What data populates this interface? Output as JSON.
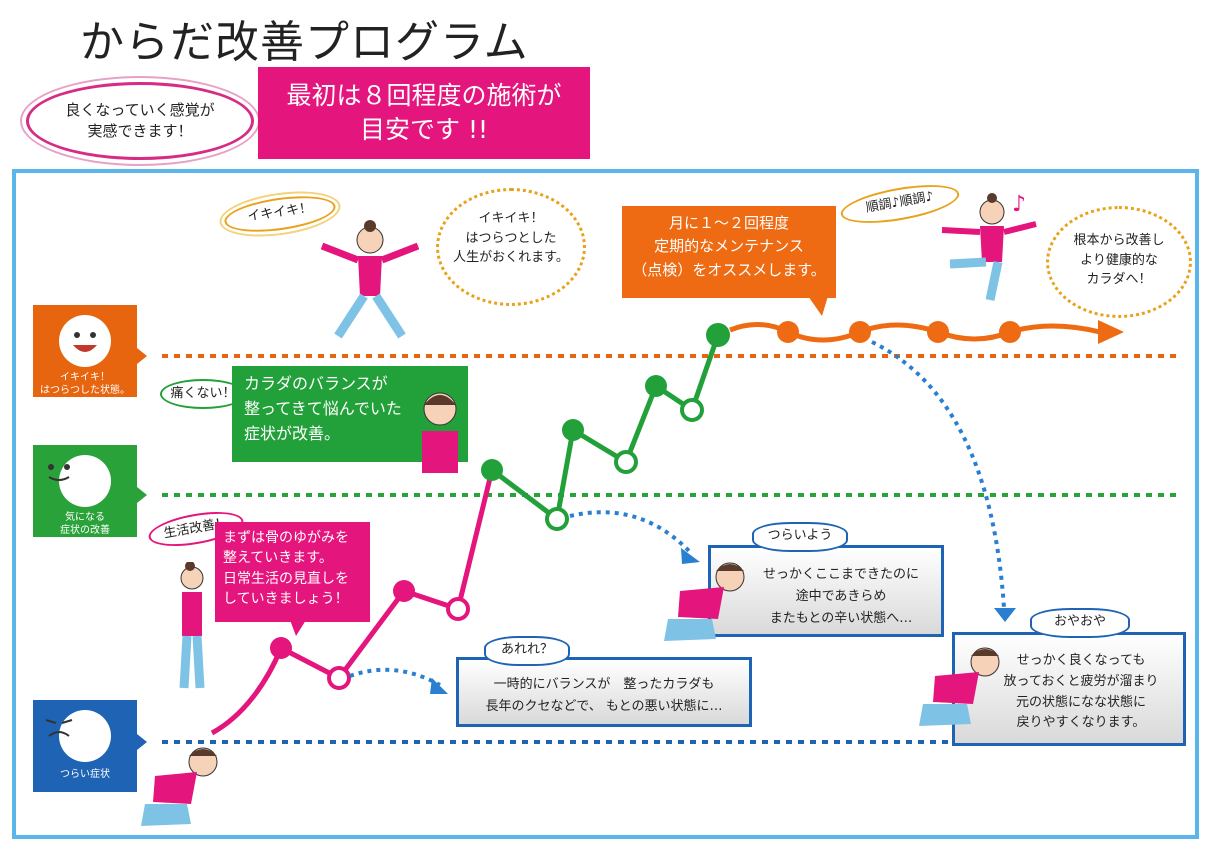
{
  "title": "からだ改善プログラム",
  "feel_note": {
    "line1": "良くなっていく感覚が",
    "line2": "実感できます！"
  },
  "guide_box": {
    "line1": "最初は８回程度の施術が",
    "line2": "目安です !!"
  },
  "levels": {
    "top": {
      "line1": "イキイキ！",
      "line2": "はつらつした状態。",
      "color": "#e8650f"
    },
    "middle": {
      "line1": "気になる",
      "line2": "症状の改善",
      "color": "#2aa23a"
    },
    "bottom": {
      "line1": "つらい症状",
      "color": "#1f63b5"
    }
  },
  "tags": {
    "ikiiki": "イキイキ！",
    "itakunai": "痛くない！",
    "seikatsu": "生活改善！",
    "juncho": "順調♪順調♪"
  },
  "bubbles": {
    "ikiiki": {
      "line1": "イキイキ！",
      "line2": "はつらつとした",
      "line3": "人生がおくれます。"
    },
    "kenko": {
      "line1": "根本から改善し",
      "line2": "より健康的な",
      "line3": "カラダへ！"
    }
  },
  "green_box": {
    "line1": "カラダのバランスが",
    "line2": "整ってきて悩んでいた",
    "line3": "症状が改善。"
  },
  "pink_box": {
    "line1": "まずは骨のゆがみを",
    "line2": "整えていきます。",
    "line3": "日常生活の見直しを",
    "line4": "していきましょう！"
  },
  "orange_box": {
    "line1": "月に１～２回程度",
    "line2": "定期的なメンテナンス",
    "line3": "（点検）をオススメします。"
  },
  "gray_boxes": {
    "are": {
      "burst": "あれれ？",
      "line1": "一時的にバランスが　整ったカラダも",
      "line2": "長年のクセなどで、 もとの悪い状態に…"
    },
    "tsurai": {
      "burst": "つらいよう",
      "line1": "せっかくここまできたのに",
      "line2": "途中であきらめ",
      "line3": "またもとの辛い状態へ…"
    },
    "oyaoya": {
      "burst": "おやおや",
      "line1": "せっかく良くなっても",
      "line2": "放っておくと疲労が溜まり",
      "line3": "元の状態になな状態に",
      "line4": "戻りやすくなります。"
    }
  },
  "colors": {
    "pink": "#e4157c",
    "green": "#22a03a",
    "orange": "#ee6a13",
    "blue": "#1f63b5",
    "frame": "#5ab6e8"
  }
}
